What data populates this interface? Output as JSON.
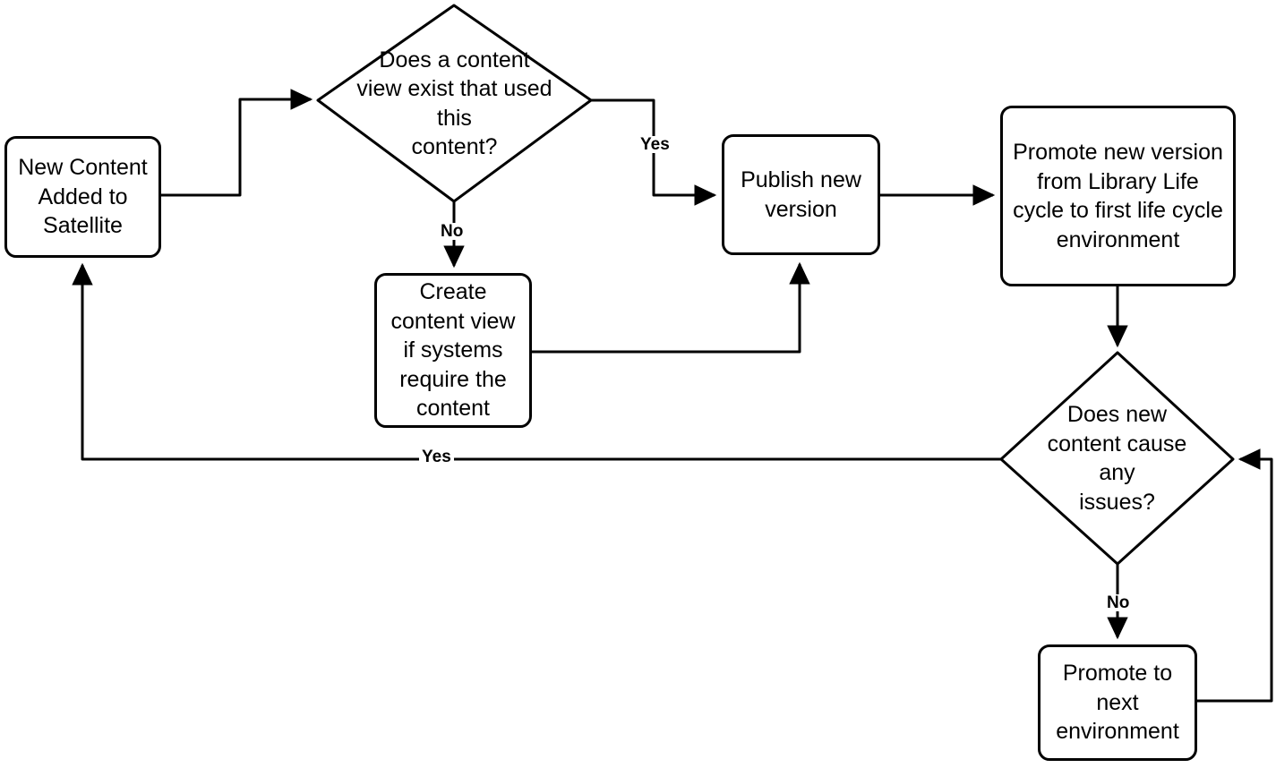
{
  "diagram": {
    "title": "Satellite content lifecycle flowchart",
    "background_color": "#ffffff",
    "line_color": "#000000",
    "nodes": [
      {
        "id": "new-content",
        "type": "process",
        "label": "New Content\nAdded to\nSatellite"
      },
      {
        "id": "content-view-exists",
        "type": "decision",
        "label": "Does a content\nview exist that used this\ncontent?"
      },
      {
        "id": "publish-new-version",
        "type": "process",
        "label": "Publish new\nversion"
      },
      {
        "id": "promote-new-version",
        "type": "process",
        "label": "Promote new version\nfrom Library Life\ncycle to first life cycle\nenvironment"
      },
      {
        "id": "create-content-view",
        "type": "process",
        "label": "Create\ncontent view\nif systems\nrequire the\ncontent"
      },
      {
        "id": "content-causes-issues",
        "type": "decision",
        "label": "Does new\ncontent cause any\nissues?"
      },
      {
        "id": "promote-next-environment",
        "type": "process",
        "label": "Promote to\nnext\nenvironment"
      }
    ],
    "edge_labels": [
      {
        "id": "yes-content-view-exists",
        "text": "Yes"
      },
      {
        "id": "no-content-view-exists",
        "text": "No"
      },
      {
        "id": "yes-issues",
        "text": "Yes"
      },
      {
        "id": "no-issues",
        "text": "No"
      }
    ]
  }
}
